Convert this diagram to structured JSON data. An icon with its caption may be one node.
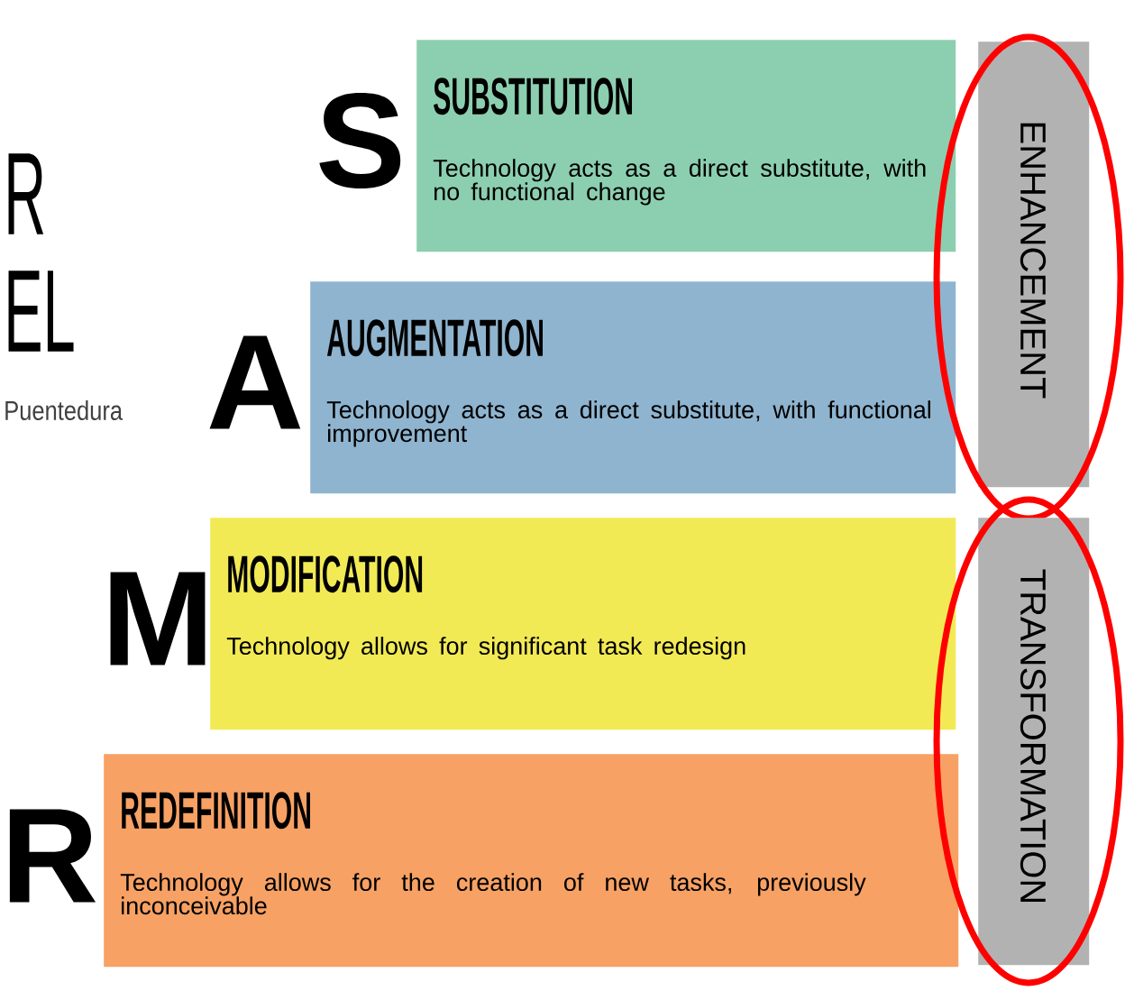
{
  "diagram": {
    "nodes": [
      {
        "text": [
          "SUBSTITUTION",
          "Technology acts as a direct substitute, with no functional change"
        ],
        "beside": [
          "S"
        ]
      },
      {
        "text": [
          "AUGMENTATION",
          "Technology acts as a direct substitute, with functional improvement"
        ],
        "beside": [
          "A"
        ]
      },
      {
        "text": [
          "MODIFICATION",
          "Technology allows for significant task redesign"
        ],
        "beside": [
          "M"
        ]
      },
      {
        "text": [
          "REDEFINITION",
          "Technology allows for the creation of new tasks, previously inconceivable"
        ],
        "beside": [
          "R"
        ]
      },
      {
        "text": [
          "ENHANCEMENT"
        ]
      },
      {
        "text": [
          "TRANSFORMATION"
        ]
      }
    ],
    "labels": [
      "R",
      "EL",
      "Puentedura"
    ]
  }
}
